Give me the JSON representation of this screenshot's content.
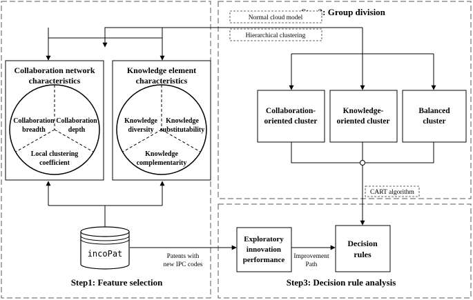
{
  "step1": {
    "title": "Step1: Feature selection",
    "collab_box_title": [
      "Collaboration network",
      "characteristics"
    ],
    "collab_sections": {
      "breadth": [
        "Collaboration",
        "breadth"
      ],
      "depth": [
        "Collaboration",
        "depth"
      ],
      "clustering": [
        "Local clustering",
        "coefficient"
      ]
    },
    "knowledge_box_title": [
      "Knowledge element",
      "characteristics"
    ],
    "knowledge_sections": {
      "diversity": [
        "Knowledge",
        "diversity"
      ],
      "substitutability": [
        "Knowledge",
        "substitutability"
      ],
      "complementarity": [
        "Knowledge",
        "complementarity"
      ]
    },
    "database": "incoPat"
  },
  "step2": {
    "title": "Step2: Group division",
    "method1": "Normal cloud model",
    "method2": "Hierarchical clustering",
    "clusters": [
      [
        "Collaboration-",
        "oriented cluster"
      ],
      [
        "Knowledge-",
        "oriented cluster"
      ],
      [
        "Balanced",
        "cluster"
      ]
    ],
    "cart": "CART algorithm"
  },
  "step3": {
    "title": "Step3: Decision rule analysis",
    "performance": [
      "Exploratory",
      "innovation",
      "performance"
    ],
    "decision": [
      "Decision",
      "rules"
    ],
    "patents_label": [
      "Patents with",
      "new IPC codes"
    ],
    "improvement_label": [
      "Improvement",
      "Path"
    ]
  }
}
